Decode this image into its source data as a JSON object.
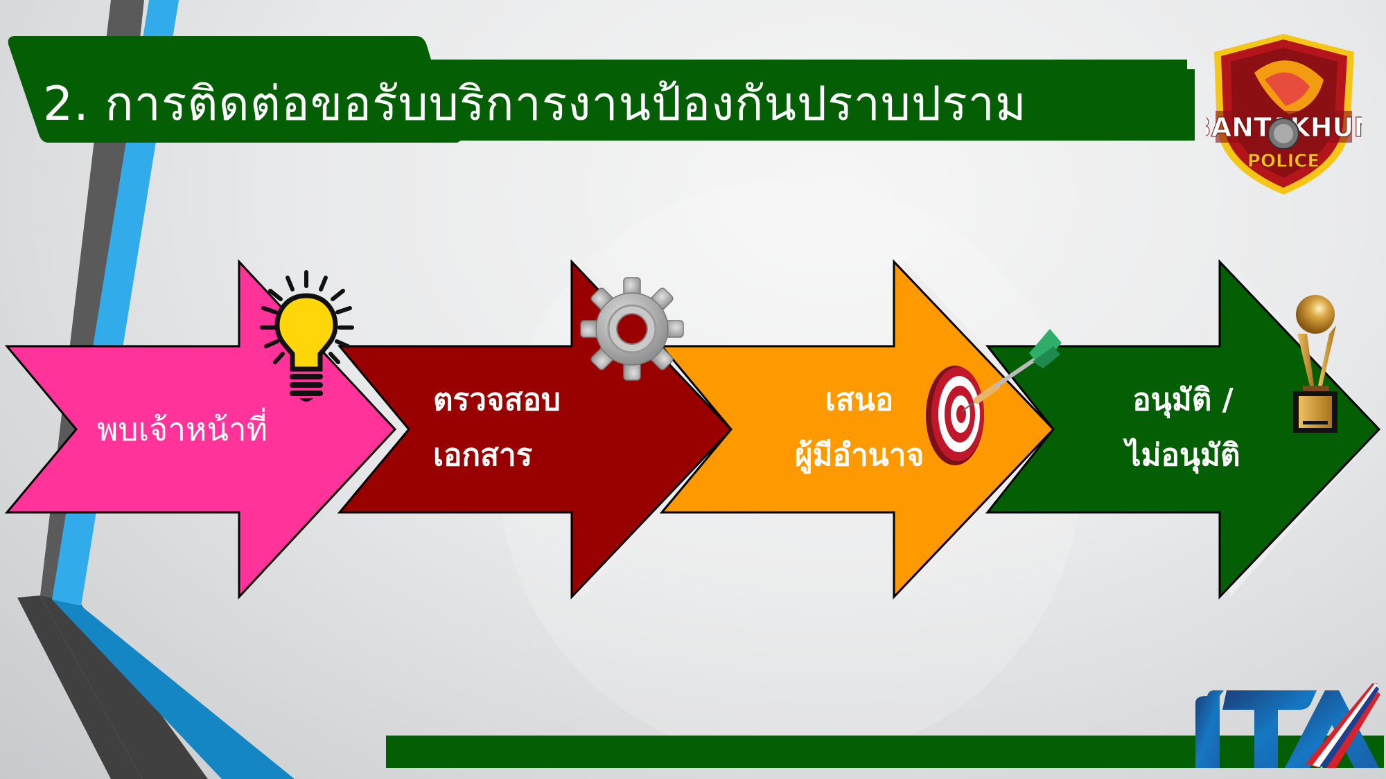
{
  "slide": {
    "title": "2. การติดต่อขอรับบริการงานป้องกันปราบปราม",
    "colors": {
      "banner": "#035e04",
      "stripe_gray": "#5a5a5a",
      "stripe_blue": "#32abea",
      "bottom_bar": "#035e04"
    }
  },
  "steps": [
    {
      "lines": [
        "พบเจ้าหน้าที่"
      ],
      "color": "#ff3399",
      "icon": "lightbulb-icon"
    },
    {
      "lines": [
        "ตรวจสอบ",
        "เอกสาร"
      ],
      "color": "#990000",
      "icon": "gear-icon"
    },
    {
      "lines": [
        "เสนอ",
        "ผู้มีอำนาจ"
      ],
      "color": "#ff9900",
      "icon": "target-dart-icon"
    },
    {
      "lines": [
        "อนุมัติ /",
        "ไม่อนุมัติ"
      ],
      "color": "#035e04",
      "icon": "trophy-icon"
    }
  ],
  "logos": {
    "police_badge": {
      "name": "BANTAKHUN",
      "sub": "POLICE"
    },
    "ita": {
      "text": "ITA"
    }
  }
}
